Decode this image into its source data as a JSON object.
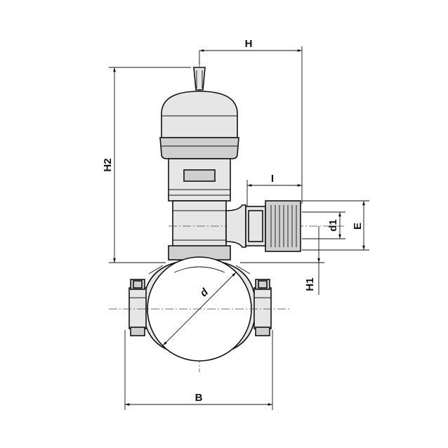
{
  "colors": {
    "line": "#111111",
    "fill": "#e6e6e6",
    "fill_dark": "#cfcfcf"
  },
  "dimensions": {
    "H": "H",
    "H2": "H2",
    "I": "I",
    "E": "E",
    "d1": "d1",
    "H1": "H1",
    "d": "d",
    "B": "B"
  }
}
